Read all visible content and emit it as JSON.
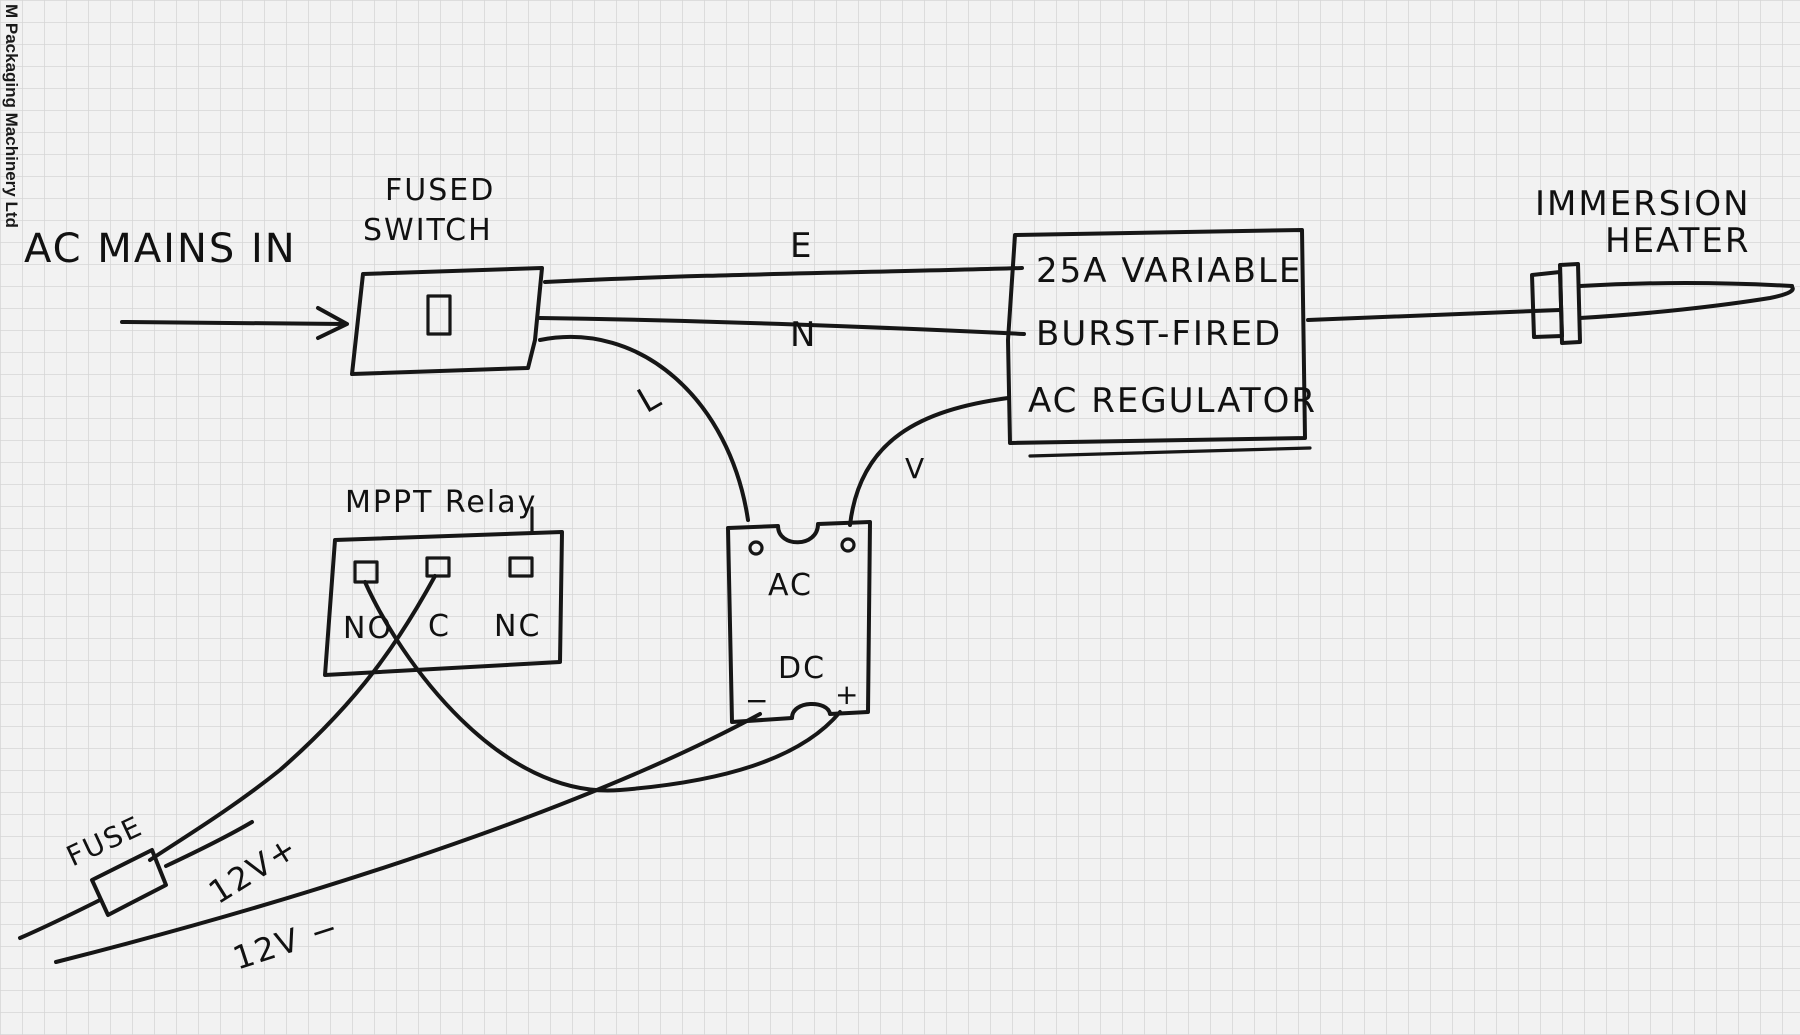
{
  "printed_margin_text": "M Packaging Machinery Ltd",
  "labels": {
    "ac_mains_in": "AC MAINS IN",
    "fused_switch_line1": "FUSED",
    "fused_switch_line2": "SWITCH",
    "wire_e": "E",
    "wire_n": "N",
    "wire_l": "L",
    "wire_v": "V",
    "regulator_line1": "25A VARIABLE",
    "regulator_line2": "BURST-FIRED",
    "regulator_line3": "AC REGULATOR",
    "heater_line1": "IMMERSION",
    "heater_line2": "HEATER",
    "relay_title": "MPPT Relay",
    "relay_no": "NO",
    "relay_c": "C",
    "relay_nc": "NC",
    "psu_ac": "AC",
    "psu_dc": "DC",
    "psu_minus": "−",
    "psu_plus": "+",
    "fuse": "FUSE",
    "v12_plus": "12V+",
    "v12_minus": "12V −"
  },
  "colors": {
    "paper": "#f2f2f2",
    "grid": "#d6d6d6",
    "ink": "#161616"
  }
}
